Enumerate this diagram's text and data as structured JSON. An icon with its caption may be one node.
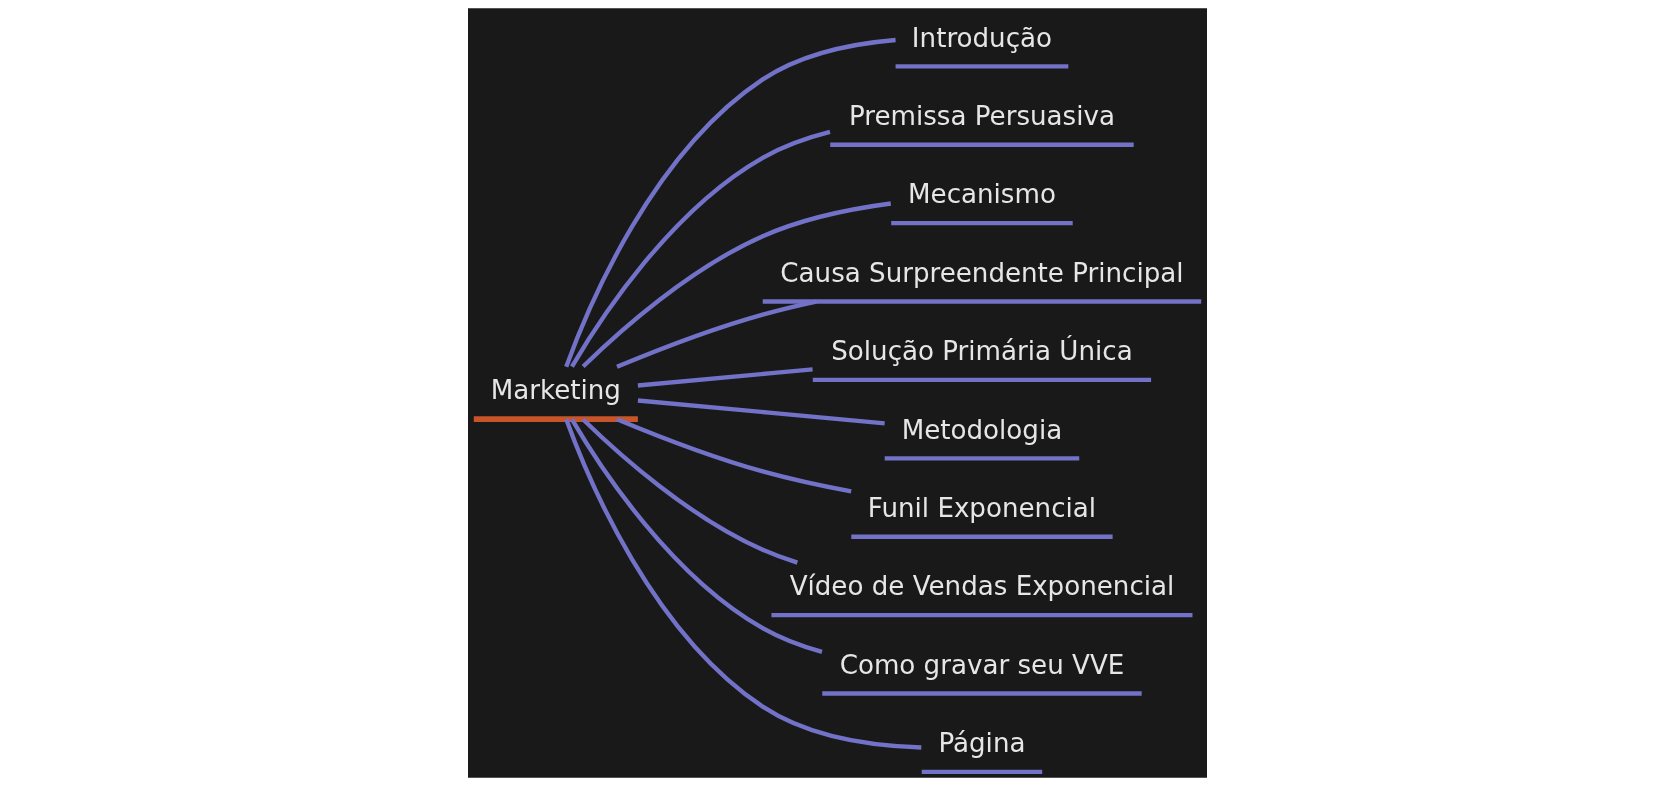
{
  "diagram": {
    "nodes": [
      {
        "text": [
          "Marketing"
        ]
      },
      {
        "text": [
          "Introdução"
        ]
      },
      {
        "text": [
          "Premissa Persuasiva"
        ]
      },
      {
        "text": [
          "Mecanismo"
        ]
      },
      {
        "text": [
          "Causa Surpreendente Principal"
        ]
      },
      {
        "text": [
          "Solução Primária Única"
        ]
      },
      {
        "text": [
          "Metodologia"
        ]
      },
      {
        "text": [
          "Funil Exponencial"
        ]
      },
      {
        "text": [
          "Vídeo de Vendas Exponencial"
        ]
      },
      {
        "text": [
          "Como gravar seu VVE"
        ]
      },
      {
        "text": [
          "Página"
        ]
      }
    ],
    "edges": [
      {
        "from": 0,
        "to": 1,
        "arrow": "none"
      },
      {
        "from": 0,
        "to": 2,
        "arrow": "none"
      },
      {
        "from": 0,
        "to": 3,
        "arrow": "none"
      },
      {
        "from": 0,
        "to": 4,
        "arrow": "none"
      },
      {
        "from": 0,
        "to": 5,
        "arrow": "none"
      },
      {
        "from": 0,
        "to": 6,
        "arrow": "none"
      },
      {
        "from": 0,
        "to": 7,
        "arrow": "none"
      },
      {
        "from": 0,
        "to": 8,
        "arrow": "none"
      },
      {
        "from": 0,
        "to": 9,
        "arrow": "none"
      },
      {
        "from": 0,
        "to": 10,
        "arrow": "none"
      }
    ]
  }
}
